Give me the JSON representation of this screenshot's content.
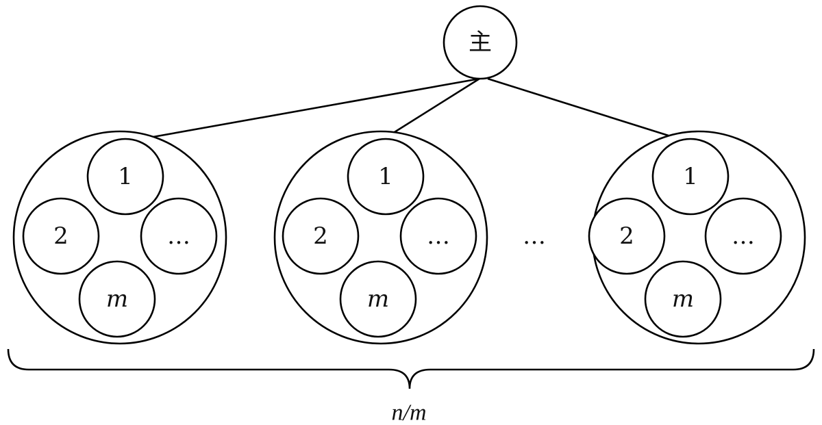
{
  "root": {
    "label": "主"
  },
  "groups": [
    {
      "members": [
        "1",
        "2",
        "…",
        "m"
      ]
    },
    {
      "members": [
        "1",
        "2",
        "…",
        "m"
      ]
    },
    {
      "members": [
        "1",
        "2",
        "…",
        "m"
      ]
    }
  ],
  "between_groups_ellipsis": "…",
  "brace_label": "n/m"
}
